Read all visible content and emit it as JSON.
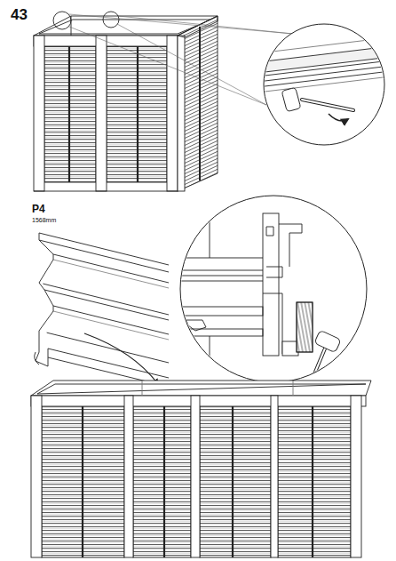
{
  "diagram": {
    "labels": [
      "43",
      "P4",
      "1568mm"
    ]
  }
}
